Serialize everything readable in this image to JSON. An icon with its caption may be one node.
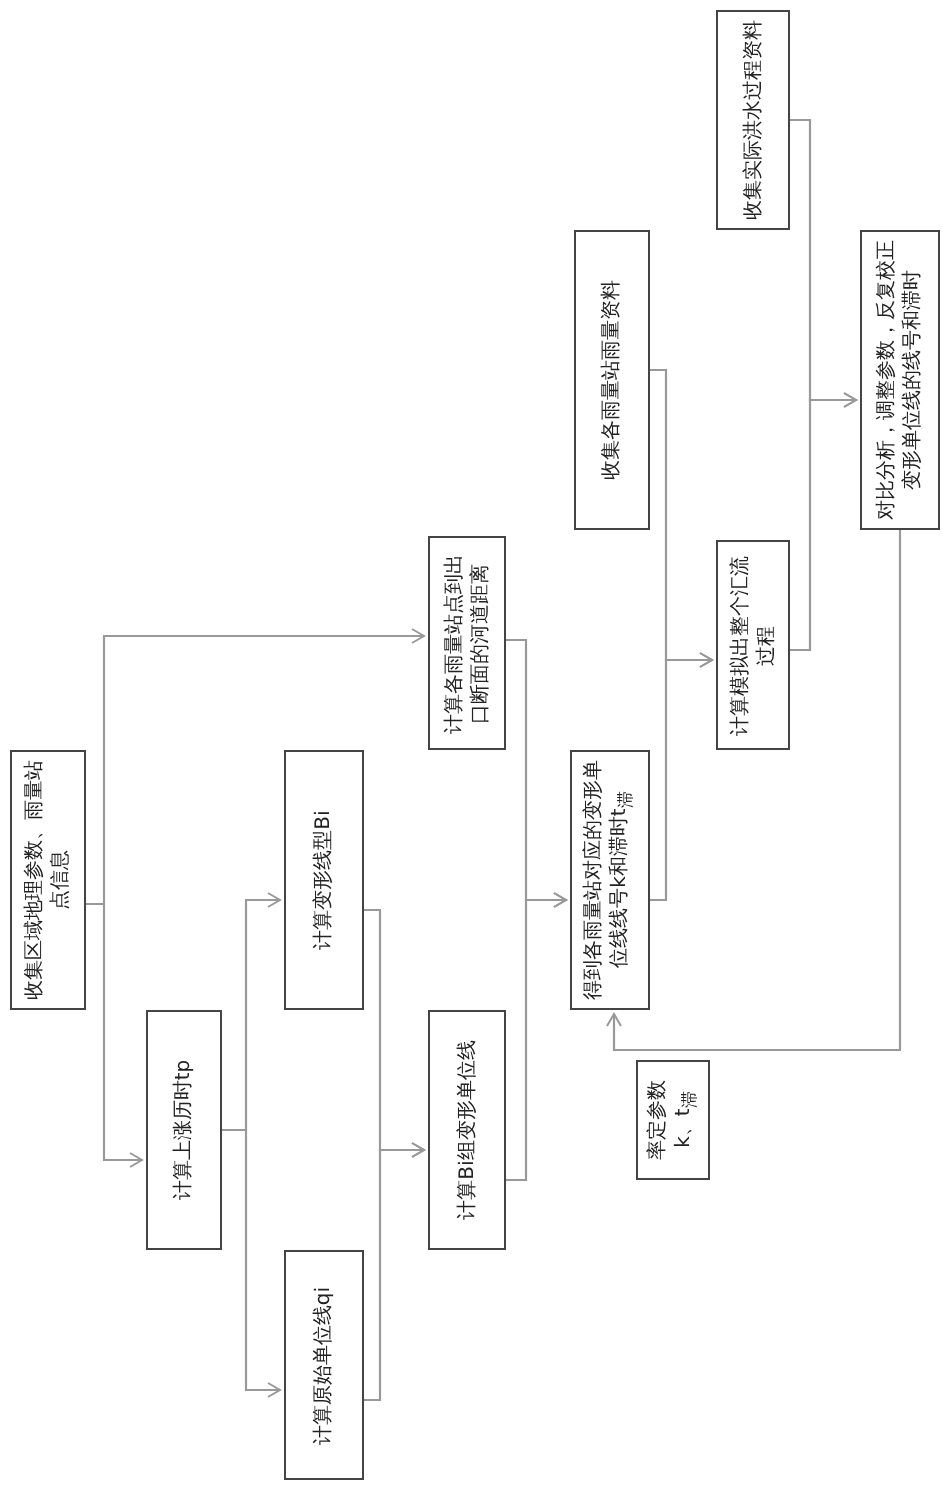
{
  "diagram": {
    "nodes": [
      {
        "text": [
          "收集区域地理参数、雨量站点信息"
        ]
      },
      {
        "text": [
          "计算上涨历时tp"
        ]
      },
      {
        "text": [
          "计算变形线型Bi"
        ]
      },
      {
        "text": [
          "计算原始单位线qi"
        ]
      },
      {
        "text": [
          "计算Bi组变形单位线"
        ]
      },
      {
        "text": [
          "计算各雨量站点到出口断面的河道距离"
        ]
      },
      {
        "text": [
          "得到各雨量站对应的变形单位线线号k和滞时t$_{滞}$"
        ]
      },
      {
        "text": [
          "率定参数k、t$_{滞}$"
        ]
      },
      {
        "text": [
          "收集各雨量站雨量资料"
        ]
      },
      {
        "text": [
          "计算模拟出整个汇流过程"
        ]
      },
      {
        "text": [
          "收集实际洪水过程资料"
        ]
      },
      {
        "text": [
          "对比分析，调整参数，反复校正变形单位线的线号和滞时"
        ]
      }
    ],
    "edges": [
      {
        "from": 0,
        "to": 5,
        "arrow": "to"
      },
      {
        "from": 0,
        "to": 1,
        "arrow": "to"
      },
      {
        "from": 1,
        "to": 2,
        "arrow": "to"
      },
      {
        "from": 1,
        "to": 3,
        "arrow": "to"
      },
      {
        "from": 2,
        "to": 4,
        "arrow": "to"
      },
      {
        "from": 3,
        "to": 4,
        "arrow": "to"
      },
      {
        "from": 5,
        "to": 6,
        "arrow": "to"
      },
      {
        "from": 4,
        "to": 6,
        "arrow": "to"
      },
      {
        "from": 8,
        "to": 9,
        "arrow": "to"
      },
      {
        "from": 6,
        "to": 9,
        "arrow": "to"
      },
      {
        "from": 10,
        "to": 11,
        "arrow": "to"
      },
      {
        "from": 9,
        "to": 11,
        "arrow": "to"
      },
      {
        "from": 11,
        "to": 6,
        "arrow": "to"
      }
    ]
  }
}
